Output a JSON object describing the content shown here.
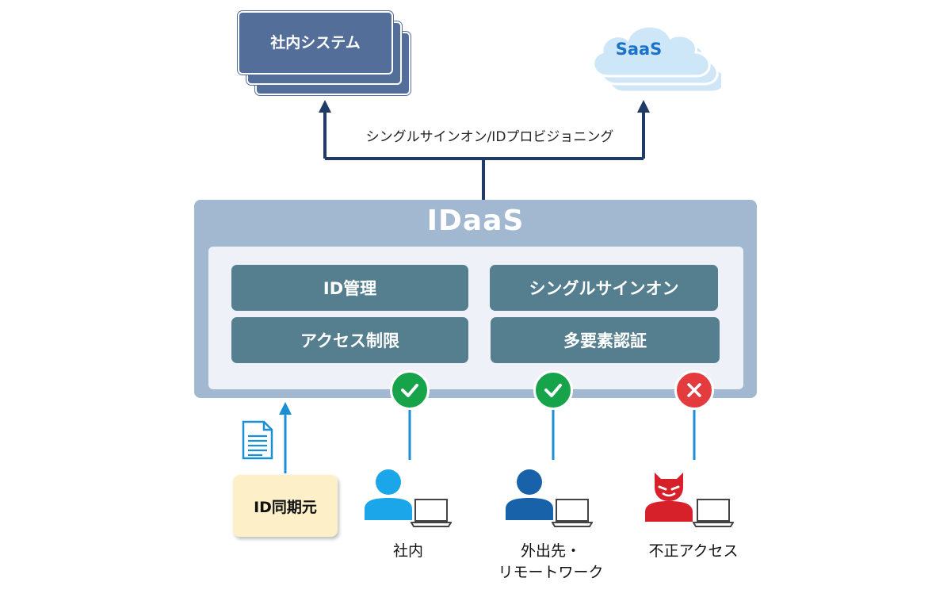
{
  "top": {
    "internal_system": "社内システム",
    "saas": "SaaS",
    "sso_caption": "シングルサインオン/IDプロビジョニング"
  },
  "idaas": {
    "title": "IDaaS",
    "features": [
      "ID管理",
      "シングルサインオン",
      "アクセス制限",
      "多要素認証"
    ]
  },
  "id_source": "ID同期元",
  "users": [
    {
      "label": "社内",
      "status": "allowed"
    },
    {
      "label_lines": [
        "外出先・",
        "リモートワーク"
      ],
      "status": "allowed"
    },
    {
      "label": "不正アクセス",
      "status": "denied"
    }
  ],
  "colors": {
    "navy": "#1f3b66",
    "card": "#536f99",
    "feature": "#557f8e",
    "idaas_frame": "#a2b7d0",
    "accent_blue": "#1a8fd6",
    "ok_green": "#16a34a",
    "ng_red": "#e43b3f",
    "id_source_bg": "#fdf0c8"
  },
  "icons": [
    "document-icon",
    "user-icon",
    "laptop-icon",
    "check-icon",
    "cross-icon",
    "cloud-icon",
    "attacker-icon"
  ]
}
